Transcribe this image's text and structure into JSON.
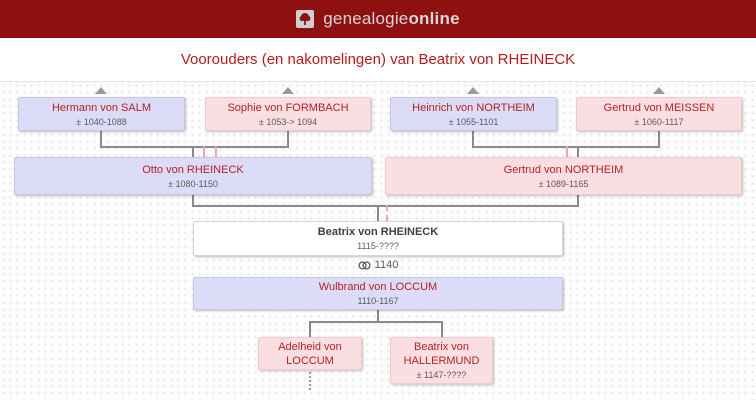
{
  "header": {
    "logo_prefix": "genealogie",
    "logo_suffix": "online",
    "logo_icon": "tree-icon"
  },
  "page": {
    "title": "Voorouders (en nakomelingen) van Beatrix von RHEINECK"
  },
  "colors": {
    "header_bg": "#8e1011",
    "title_red": "#b41c1c",
    "name_red": "#b22222",
    "box_blue": "#dcdcf8",
    "box_pink": "#fbdee2",
    "box_white": "#ffffff",
    "connector_gray": "#8a8a8a",
    "lineage_pink_dashed": "#e4aab2"
  },
  "tree": {
    "persons": {
      "hermann": {
        "name": "Hermann von SALM",
        "dates": "± 1040-1088"
      },
      "sophie": {
        "name": "Sophie von FORMBACH",
        "dates": "± 1053-> 1094"
      },
      "heinrich": {
        "name": "Heinrich von NORTHEIM",
        "dates": "± 1055-1101"
      },
      "gertrud_meissen": {
        "name": "Gertrud von MEISSEN",
        "dates": "± 1060-1117"
      },
      "otto": {
        "name": "Otto von RHEINECK",
        "dates": "± 1080-1150"
      },
      "gertrud_northeim": {
        "name": "Gertrud von NORTHEIM",
        "dates": "± 1089-1165"
      },
      "beatrix_rheineck": {
        "name": "Beatrix von RHEINECK",
        "dates": "1115-????"
      },
      "wulbrand": {
        "name": "Wulbrand von LOCCUM",
        "dates": "1110-1167"
      },
      "adelheid": {
        "name": "Adelheid von LOCCUM"
      },
      "beatrix_hallermund": {
        "name": "Beatrix von HALLERMUND",
        "dates": "± 1147-????"
      }
    },
    "marriage": {
      "symbol": "marriage-rings-icon",
      "year": "1140"
    }
  }
}
